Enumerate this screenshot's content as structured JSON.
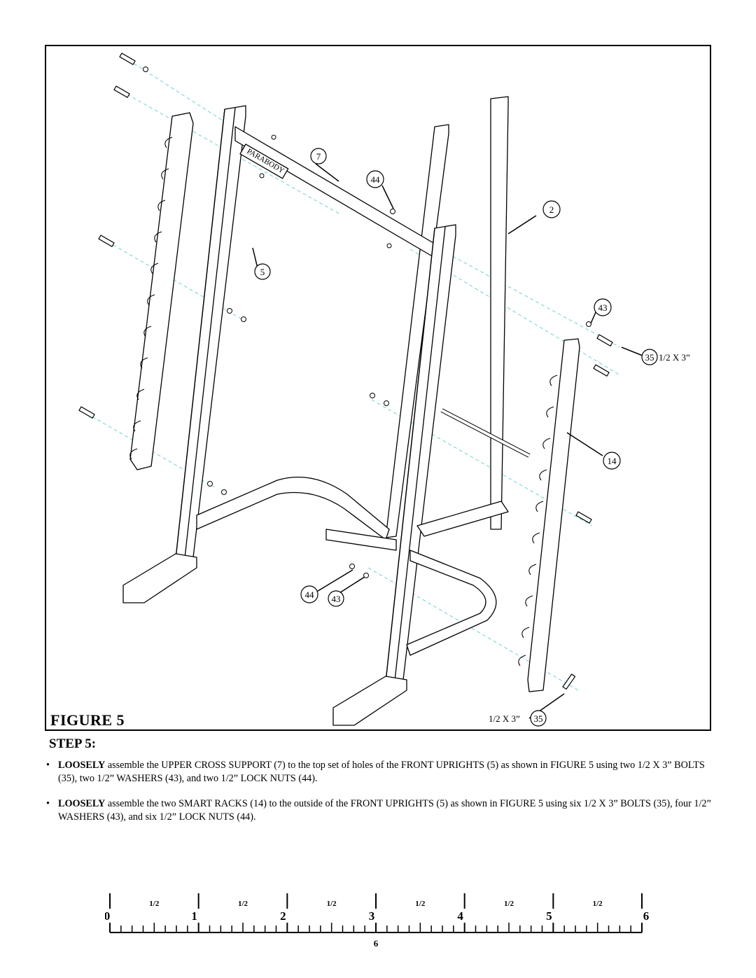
{
  "figure": {
    "caption": "FIGURE  5",
    "brand_logo": "PARABODY",
    "callouts": [
      {
        "id": "c7",
        "label": "7"
      },
      {
        "id": "c44a",
        "label": "44"
      },
      {
        "id": "c2",
        "label": "2"
      },
      {
        "id": "c5",
        "label": "5"
      },
      {
        "id": "c43a",
        "label": "43"
      },
      {
        "id": "c35a",
        "label": "35",
        "note": "1/2 X 3”"
      },
      {
        "id": "c14",
        "label": "14"
      },
      {
        "id": "c44b",
        "label": "44"
      },
      {
        "id": "c43b",
        "label": "43"
      },
      {
        "id": "c35b",
        "label": "35",
        "note": "1/2 X 3”"
      }
    ]
  },
  "step": {
    "heading": "STEP 5:",
    "bullets": [
      {
        "bold": "LOOSELY",
        "text": " assemble the UPPER CROSS SUPPORT (7)  to the top set of holes of the FRONT UPRIGHTS (5) as shown in FIGURE 5 using two 1/2 X 3” BOLTS (35), two 1/2” WASHERS (43), and two 1/2” LOCK NUTS (44)."
      },
      {
        "bold": "LOOSELY",
        "text": " assemble the two SMART RACKS (14) to the outside of the FRONT UPRIGHTS (5) as shown in FIGURE 5 using six 1/2 X 3” BOLTS (35), four 1/2” WASHERS (43), and six 1/2” LOCK NUTS (44)."
      }
    ]
  },
  "ruler": {
    "major_labels": [
      "0",
      "1",
      "2",
      "3",
      "4",
      "5",
      "6"
    ],
    "half_label": "1/2",
    "unit_label": "6"
  }
}
